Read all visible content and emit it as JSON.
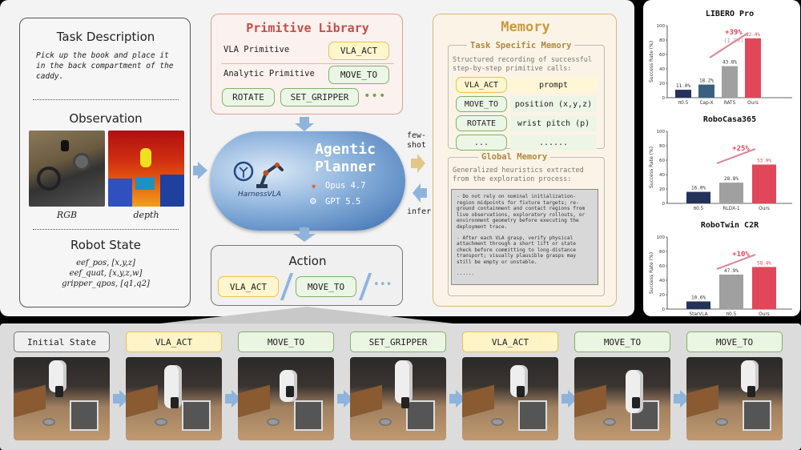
{
  "task": {
    "title": "Task Description",
    "text": "Pick up the book and place it in the back compartment of the caddy.",
    "obs_title": "Observation",
    "rgb_label": "RGB",
    "depth_label": "depth",
    "state_title": "Robot State",
    "state_lines": [
      "eef_pos, [x,y,z]",
      "eef_quat, [x,y,z,w]",
      "gripper_qpos, [q1,q2]"
    ]
  },
  "library": {
    "title": "Primitive Library",
    "vla_label": "VLA Primitive",
    "vla_chip": "VLA_ACT",
    "analytic_label": "Analytic Primitive",
    "analytic_chip": "MOVE_TO",
    "rotate": "ROTATE",
    "set_gripper": "SET_GRIPPER",
    "more": "•••"
  },
  "planner": {
    "title_line1": "Agentic",
    "title_line2": "Planner",
    "logo": "HarnessVLA",
    "model1": "Opus 4.7",
    "model2": "GPT 5.5",
    "fewshot": "few-\nshot",
    "infer": "infer"
  },
  "action": {
    "title": "Action",
    "chip1": "VLA_ACT",
    "chip2": "MOVE_TO",
    "more": "•••"
  },
  "memory": {
    "title": "Memory",
    "task_title": "Task Specific Memory",
    "task_desc": "Structured recording of successful step-by-step primitive calls:",
    "rows": [
      {
        "key": "VLA_ACT",
        "val": "prompt"
      },
      {
        "key": "MOVE_TO",
        "val": "position (x,y,z)"
      },
      {
        "key": "ROTATE",
        "val": "wrist pitch (p)"
      },
      {
        "key": "...",
        "val": "......"
      }
    ],
    "global_title": "Global Memory",
    "global_desc": "Generalized heuristics extracted from the exploration process:",
    "global_items": [
      "- Do not rely on nominal initialization-region midpoints for fixture targets; re-ground containment and contact regions from live observations, exploratory rollouts, or environment geometry before executing the deployment trace.",
      "- After each VLA grasp, verify physical attachment through a short lift or state check before committing to long-distance transport; visually plausible grasps may still be empty or unstable."
    ],
    "global_more": "......"
  },
  "steps": [
    "Initial State",
    "VLA_ACT",
    "MOVE_TO",
    "SET_GRIPPER",
    "VLA_ACT",
    "MOVE_TO",
    "MOVE_TO"
  ],
  "charts": {
    "ylabel": "Success Rate (%)",
    "libero": {
      "title": "LIBERO Pro",
      "gain": "+39%",
      "gain2": "(1.9×)"
    },
    "robocasa": {
      "title": "RoboCasa365",
      "gain": "+25%"
    },
    "robotwin": {
      "title": "RoboTwin C2R",
      "gain": "+10%"
    }
  },
  "chart_data": [
    {
      "type": "bar",
      "title": "LIBERO Pro",
      "ylabel": "Success Rate (%)",
      "ylim": [
        0,
        100
      ],
      "categories": [
        "π0.5",
        "Cap-X",
        "RATS",
        "Ours"
      ],
      "values": [
        11.0,
        18.2,
        43.8,
        82.4
      ],
      "value_labels": [
        "11.0%",
        "18.2%",
        "43.8%",
        "82.4%"
      ]
    },
    {
      "type": "bar",
      "title": "RoboCasa365",
      "ylabel": "Success Rate (%)",
      "ylim": [
        0,
        100
      ],
      "categories": [
        "π0.5",
        "RLDX-1",
        "Ours"
      ],
      "values": [
        16.0,
        28.8,
        53.9
      ],
      "value_labels": [
        "16.0%",
        "28.8%",
        "53.9%"
      ]
    },
    {
      "type": "bar",
      "title": "RoboTwin C2R",
      "ylabel": "Success Rate (%)",
      "ylim": [
        0,
        100
      ],
      "categories": [
        "StarVLA",
        "π0.5",
        "Ours"
      ],
      "values": [
        10.6,
        47.9,
        58.4
      ],
      "value_labels": [
        "10.6%",
        "47.9%",
        "58.4%"
      ]
    }
  ],
  "colors": {
    "navy": "#24325a",
    "gray": "#a0a0a0",
    "ours": "#e0485a"
  }
}
